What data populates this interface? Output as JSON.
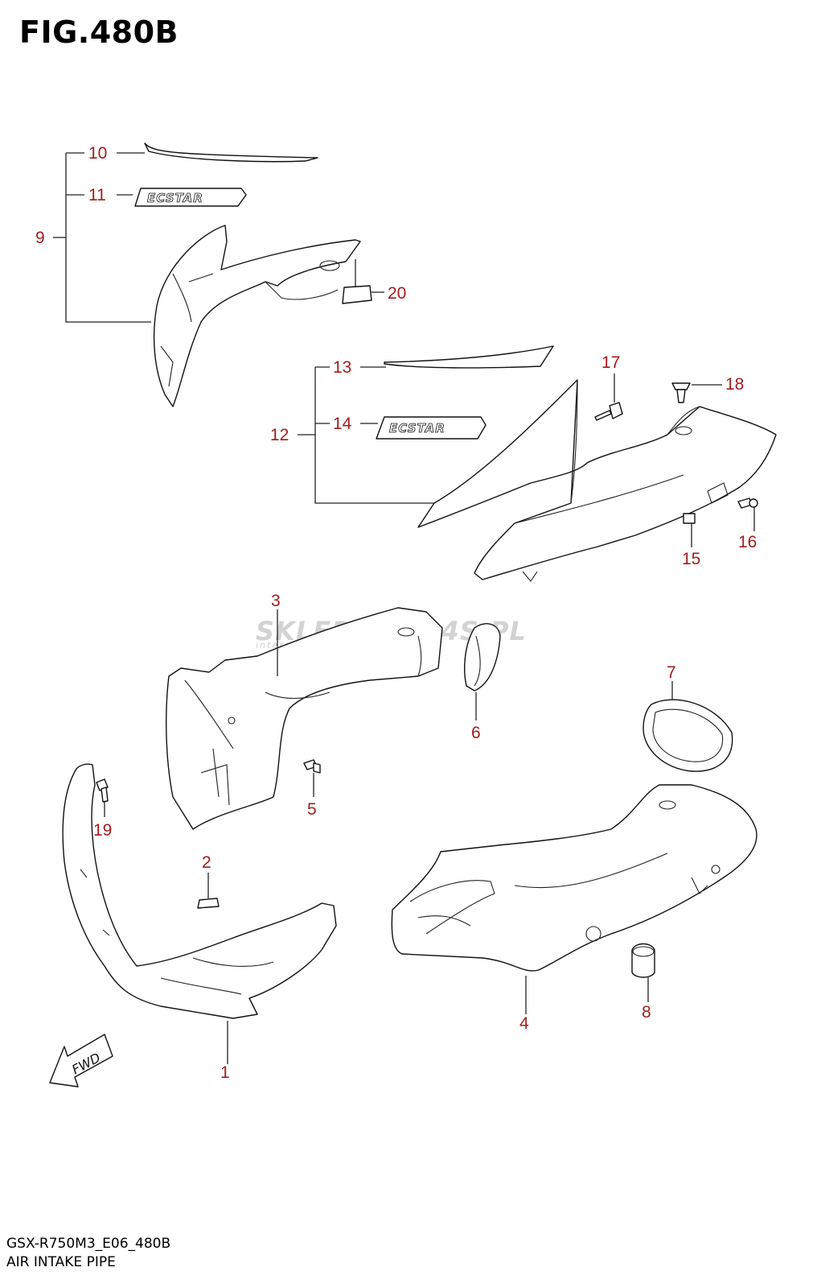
{
  "figure": {
    "title": "FIG.480B",
    "model_code": "GSX-R750M3_E06_480B",
    "section_name": "AIR INTAKE PIPE"
  },
  "watermark": {
    "text": "SKLEPMOTO4S.PL",
    "subtext": "internetowy sklep motocyklowy"
  },
  "fwd_label": "FWD",
  "callouts": [
    "1",
    "2",
    "3",
    "4",
    "5",
    "6",
    "7",
    "8",
    "9",
    "10",
    "11",
    "12",
    "13",
    "14",
    "15",
    "16",
    "17",
    "18",
    "19",
    "20"
  ],
  "decal_text": "ECSTAR",
  "colors": {
    "callout": "#a11d1d",
    "line": "#111111",
    "watermark": "#d3d3d3"
  }
}
